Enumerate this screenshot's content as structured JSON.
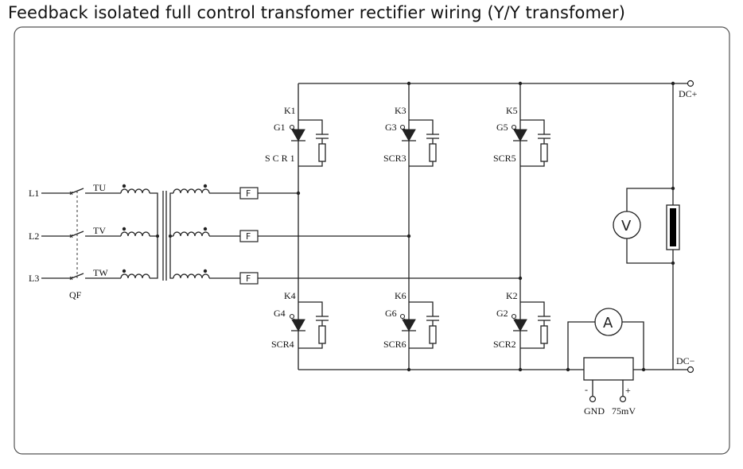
{
  "title": "Feedback isolated full control transfomer rectifier wiring (Y/Y transfomer)",
  "lines": {
    "l1": "L1",
    "l2": "L2",
    "l3": "L3"
  },
  "breaker": "QF",
  "windings": {
    "tu": "TU",
    "tv": "TV",
    "tw": "TW"
  },
  "fuse": "F",
  "upper": [
    {
      "k": "K1",
      "g": "G1",
      "scr": "S C R 1"
    },
    {
      "k": "K3",
      "g": "G3",
      "scr": "SCR3"
    },
    {
      "k": "K5",
      "g": "G5",
      "scr": "SCR5"
    }
  ],
  "lower": [
    {
      "k": "K4",
      "g": "G4",
      "scr": "SCR4"
    },
    {
      "k": "K6",
      "g": "G6",
      "scr": "SCR6"
    },
    {
      "k": "K2",
      "g": "G2",
      "scr": "SCR2"
    }
  ],
  "dc_plus": "DC+",
  "dc_minus": "DC−",
  "voltmeter": "V",
  "ammeter": "A",
  "shunt": {
    "minus": "-",
    "plus": "+",
    "gnd": "GND",
    "mv": "75mV"
  },
  "colors": {
    "line": "#222222",
    "meter_fill": "#ffffff",
    "resistor": "#000000"
  }
}
